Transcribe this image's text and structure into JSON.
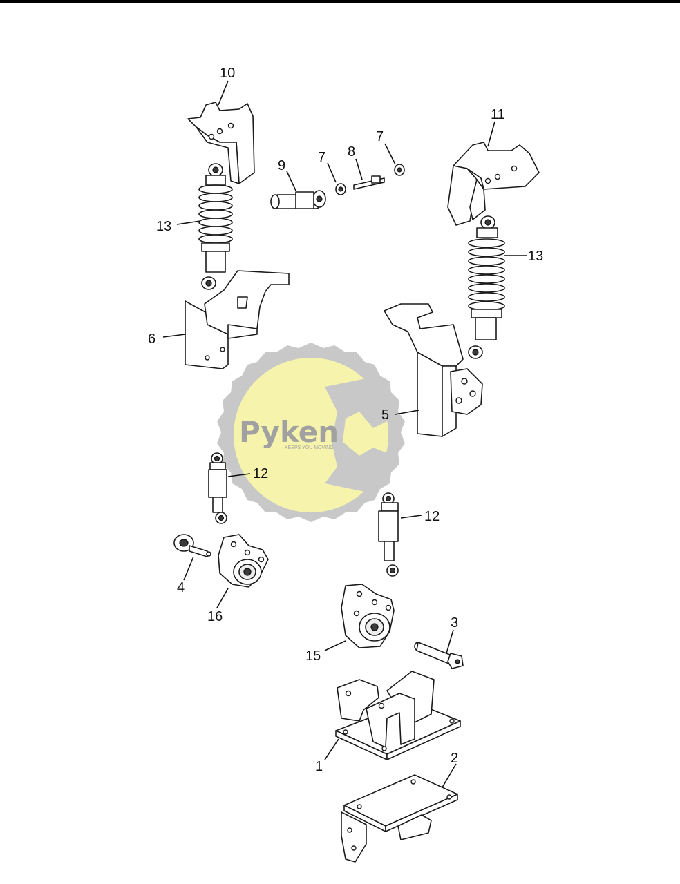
{
  "callouts": [
    {
      "id": "1",
      "label": "1"
    },
    {
      "id": "2",
      "label": "2"
    },
    {
      "id": "3",
      "label": "3"
    },
    {
      "id": "4",
      "label": "4"
    },
    {
      "id": "5",
      "label": "5"
    },
    {
      "id": "6",
      "label": "6"
    },
    {
      "id": "7a",
      "label": "7"
    },
    {
      "id": "7b",
      "label": "7"
    },
    {
      "id": "8",
      "label": "8"
    },
    {
      "id": "9",
      "label": "9"
    },
    {
      "id": "10",
      "label": "10"
    },
    {
      "id": "11",
      "label": "11"
    },
    {
      "id": "12a",
      "label": "12"
    },
    {
      "id": "12b",
      "label": "12"
    },
    {
      "id": "13a",
      "label": "13"
    },
    {
      "id": "13b",
      "label": "13"
    },
    {
      "id": "15",
      "label": "15"
    },
    {
      "id": "16",
      "label": "16"
    }
  ],
  "watermark": {
    "brand": "Pyken",
    "tagline": "KEEPS YOU MOVING",
    "gear_color": "#c4c4c4",
    "disc_color": "#f5f3a6",
    "text_color": "#9a9a9a"
  }
}
